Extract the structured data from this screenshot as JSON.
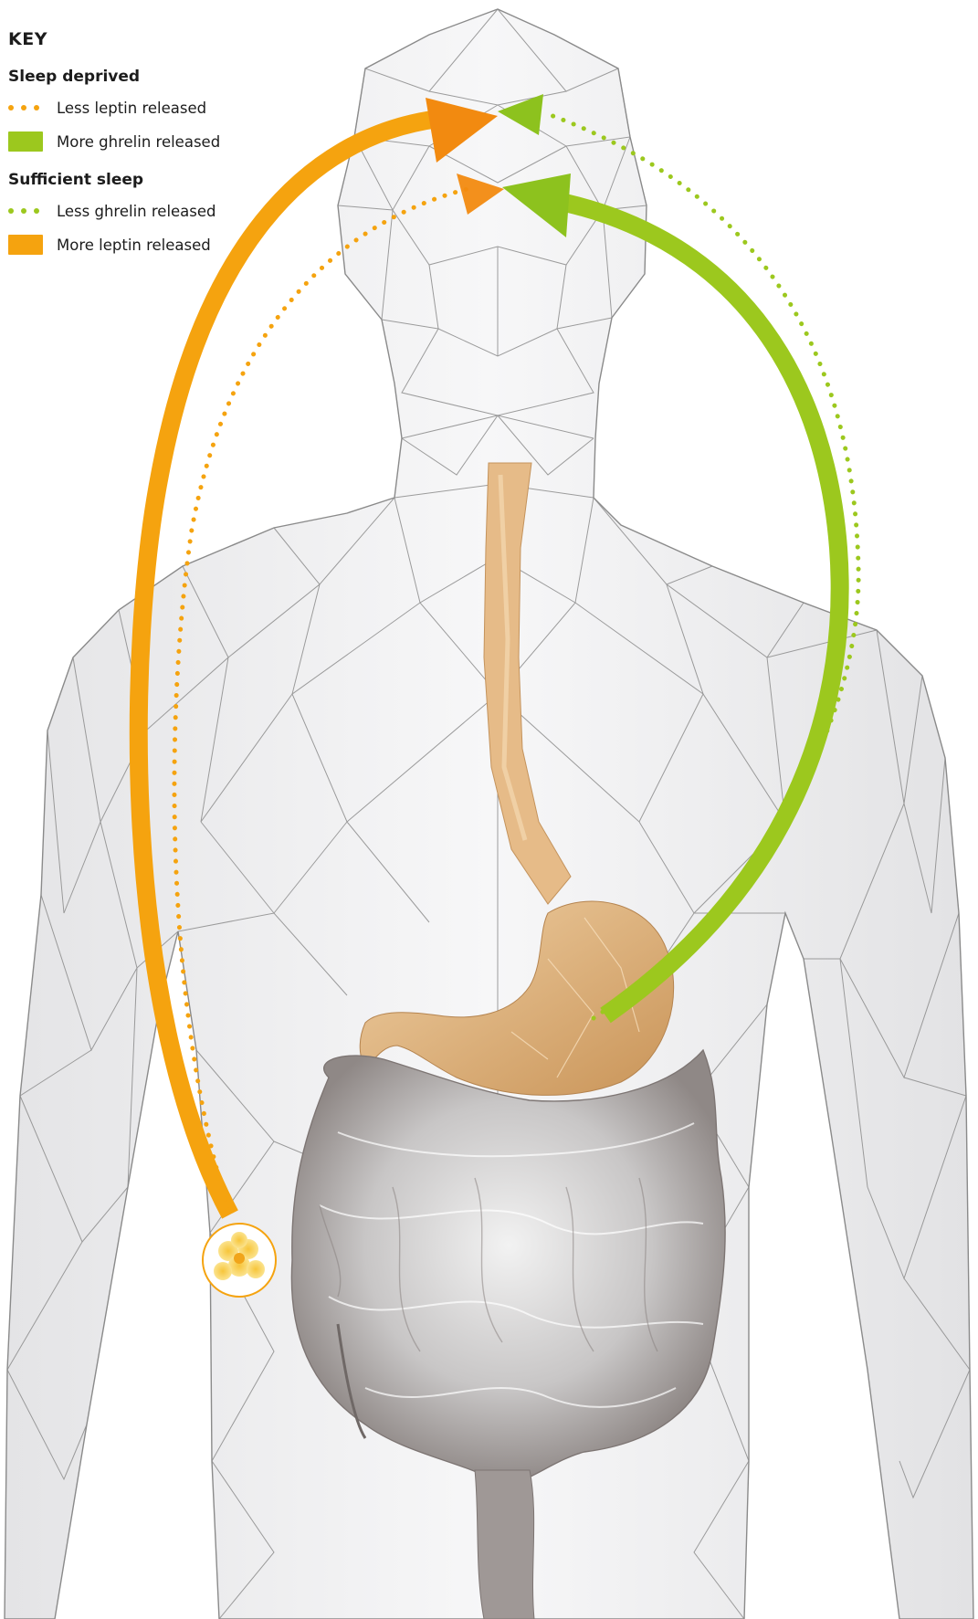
{
  "colors": {
    "leptin": "#f5a30f",
    "ghrelin": "#9cc81e",
    "stomach": "#dcac76",
    "intestine": "#8e8784",
    "wireframe": "#8a8a8a"
  },
  "key": {
    "title": "KEY",
    "groups": [
      {
        "title": "Sleep deprived",
        "items": [
          {
            "label": "Less leptin released",
            "style": "dotted",
            "color": "#f5a30f"
          },
          {
            "label": "More ghrelin released",
            "style": "solid",
            "color": "#9cc81e"
          }
        ]
      },
      {
        "title": "Sufficient sleep",
        "items": [
          {
            "label": "Less ghrelin released",
            "style": "dotted",
            "color": "#9cc81e"
          },
          {
            "label": "More leptin released",
            "style": "solid",
            "color": "#f5a30f"
          }
        ]
      }
    ]
  }
}
